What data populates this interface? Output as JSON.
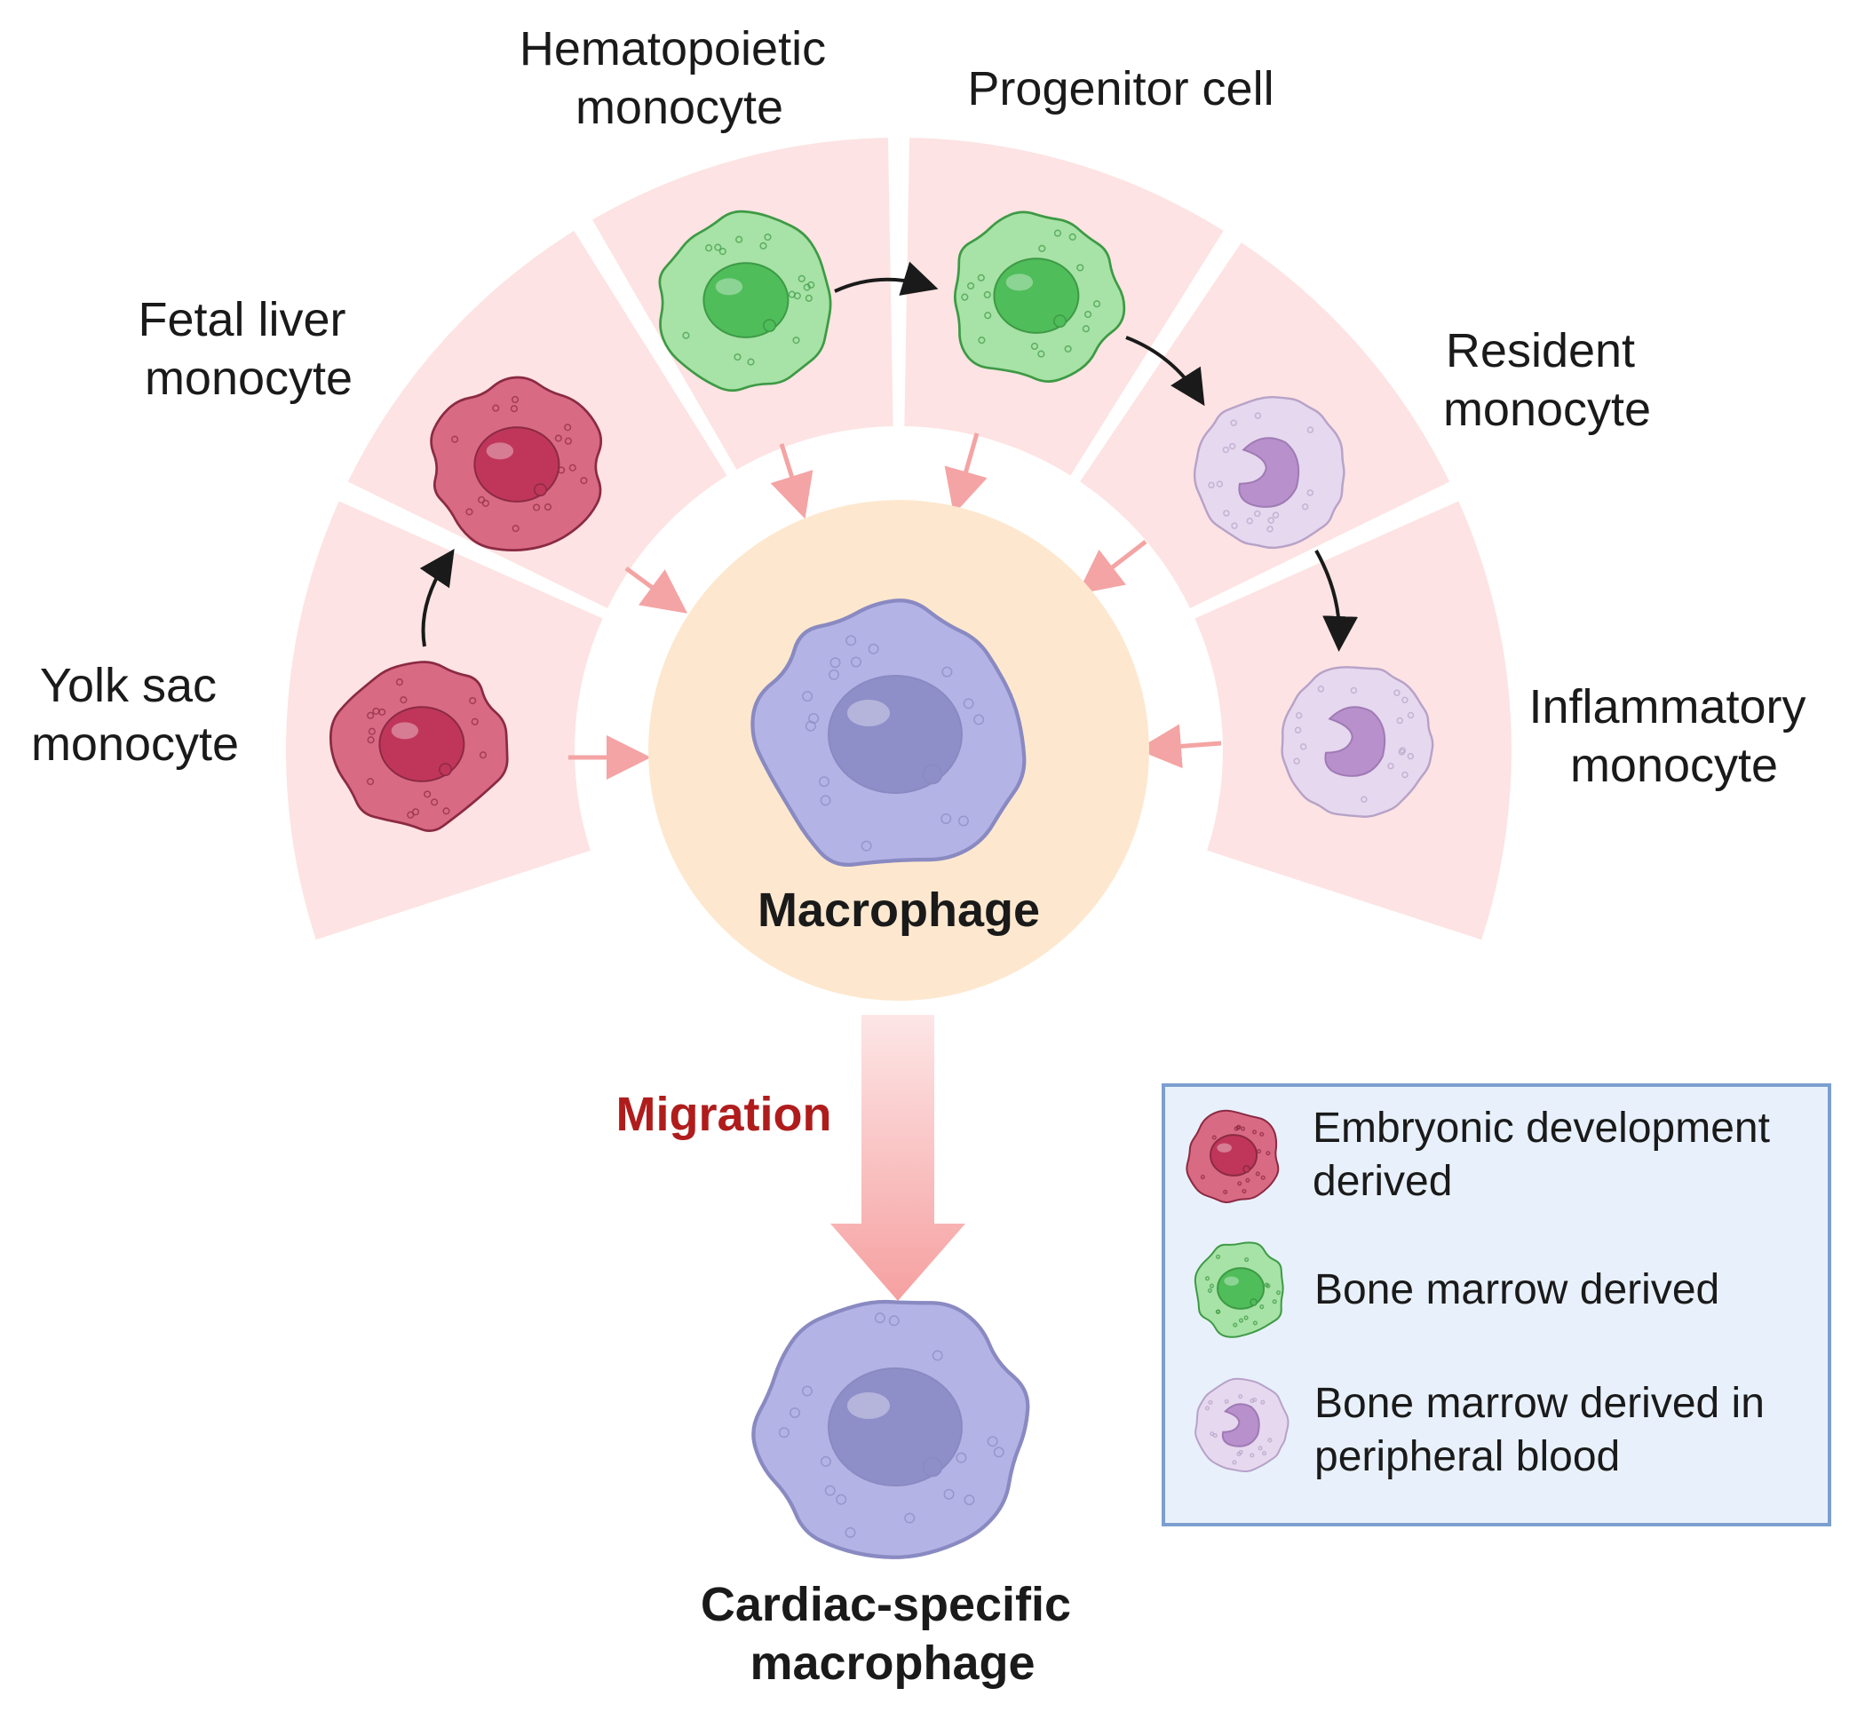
{
  "labels": {
    "yolk_sac": [
      "Yolk sac",
      "monocyte"
    ],
    "fetal_liver": [
      "Fetal liver",
      "monocyte"
    ],
    "hematopoietic": [
      "Hematopoietic",
      "monocyte"
    ],
    "progenitor": "Progenitor cell",
    "resident": [
      "Resident",
      "monocyte"
    ],
    "inflammatory": [
      "Inflammatory",
      "monocyte"
    ],
    "macrophage": "Macrophage",
    "migration": "Migration",
    "cardiac": [
      "Cardiac-specific",
      "macrophage"
    ]
  },
  "legend": {
    "items": [
      {
        "lines": [
          "Embryonic development",
          "derived"
        ],
        "cell_type": "embryonic-cell-icon"
      },
      {
        "lines": [
          "Bone marrow derived"
        ],
        "cell_type": "bone-marrow-cell-icon"
      },
      {
        "lines": [
          "Bone marrow derived in",
          "peripheral blood"
        ],
        "cell_type": "peripheral-blood-cell-icon"
      }
    ]
  },
  "colors": {
    "sector": "#fde3e3",
    "center_circle": "#fde8cf",
    "embryonic_cell": "#d96a83",
    "embryonic_nucleus": "#c0365a",
    "bone_marrow_cell": "#a7e2a6",
    "bone_marrow_nucleus": "#4fbd5a",
    "peripheral_cell": "#e6d8ef",
    "peripheral_nucleus": "#b890cc",
    "macrophage_cell": "#b3b3e6",
    "macrophage_nucleus": "#8e8ec9",
    "pink_arrow": "#f4a4a4",
    "migration_text": "#b01c1c",
    "legend_fill": "#e8f1fb",
    "legend_border": "#7d9fcf"
  }
}
